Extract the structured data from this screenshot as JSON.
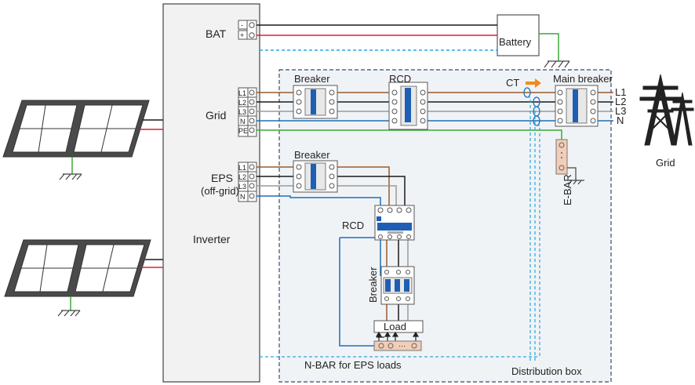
{
  "inverter": {
    "title": "Inverter",
    "bat_label": "BAT",
    "bat_terminals": [
      "-",
      "+"
    ],
    "grid_label": "Grid",
    "grid_terminals": [
      "L1",
      "L2",
      "L3",
      "N",
      "PE"
    ],
    "eps_label_1": "EPS",
    "eps_label_2": "(off-grid)",
    "eps_terminals": [
      "L1",
      "L2",
      "L3",
      "N"
    ]
  },
  "battery_label": "Battery",
  "distribution_box": {
    "label": "Distribution box",
    "breaker_grid": "Breaker",
    "rcd_grid": "RCD",
    "ct": "CT",
    "main_breaker": "Main breaker",
    "breaker_eps": "Breaker",
    "rcd_eps": "RCD",
    "breaker_load": "Breaker",
    "load": "Load",
    "nbar": "N-BAR for EPS loads",
    "ebar": "E-BAR"
  },
  "grid_lines": [
    "L1",
    "L2",
    "L3",
    "N"
  ],
  "grid_label": "Grid",
  "colors": {
    "black": "#1a1a1a",
    "red": "#d9232d",
    "green": "#3aaa35",
    "blue": "#1e6fb8",
    "brown": "#9a5b2c",
    "grey": "#9a9a9a",
    "cyan_dashed": "#2aa7dc",
    "orange": "#f08a1d",
    "box_border": "#3a4a66",
    "breaker_blue": "#1e5fb4",
    "ebar_fill": "#f2cdb7"
  }
}
